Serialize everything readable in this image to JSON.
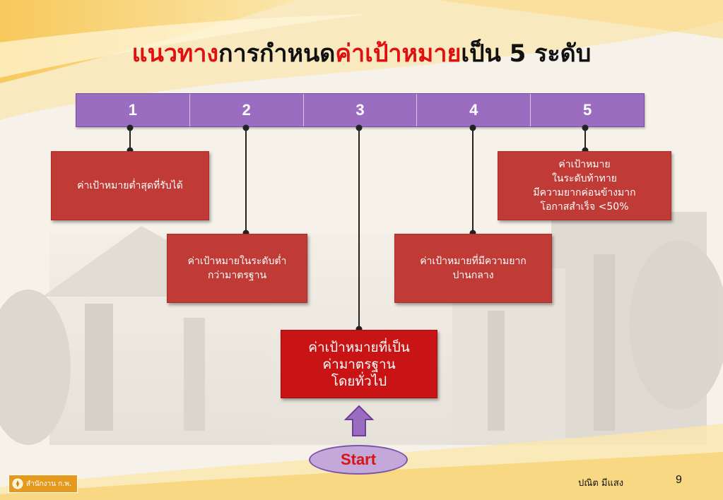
{
  "title": {
    "part1": "แนวทาง",
    "part2": "การกำหนด",
    "part3": "ค่าเป้าหมาย",
    "part4": "เป็น 5 ระดับ"
  },
  "levels": [
    "1",
    "2",
    "3",
    "4",
    "5"
  ],
  "boxes": {
    "level1": "ค่าเป้าหมายต่ำสุดที่รับได้",
    "level2": "ค่าเป้าหมายในระดับต่ำ\nกว่ามาตรฐาน",
    "level3": "ค่าเป้าหมายที่เป็น\nค่ามาตรฐาน\nโดยทั่วไป",
    "level4": "ค่าเป้าหมายที่มีความยาก\nปานกลาง",
    "level5": "ค่าเป้าหมาย\nในระดับท้าทาย\nมีความยากค่อนข้างมาก\nโอกาสสำเร็จ <50%"
  },
  "start_label": "Start",
  "footer": {
    "logo_text": "สำนักงาน ก.พ.",
    "author": "ปณิต  มีแสง",
    "page_number": "9"
  },
  "colors": {
    "title_red": "#e01010",
    "level_bar": "#9b6dc0",
    "box_red": "#c03a36",
    "main_box_red": "#c81414",
    "arrow_purple": "#9b6dc0",
    "start_fill": "#c3a8d9"
  }
}
